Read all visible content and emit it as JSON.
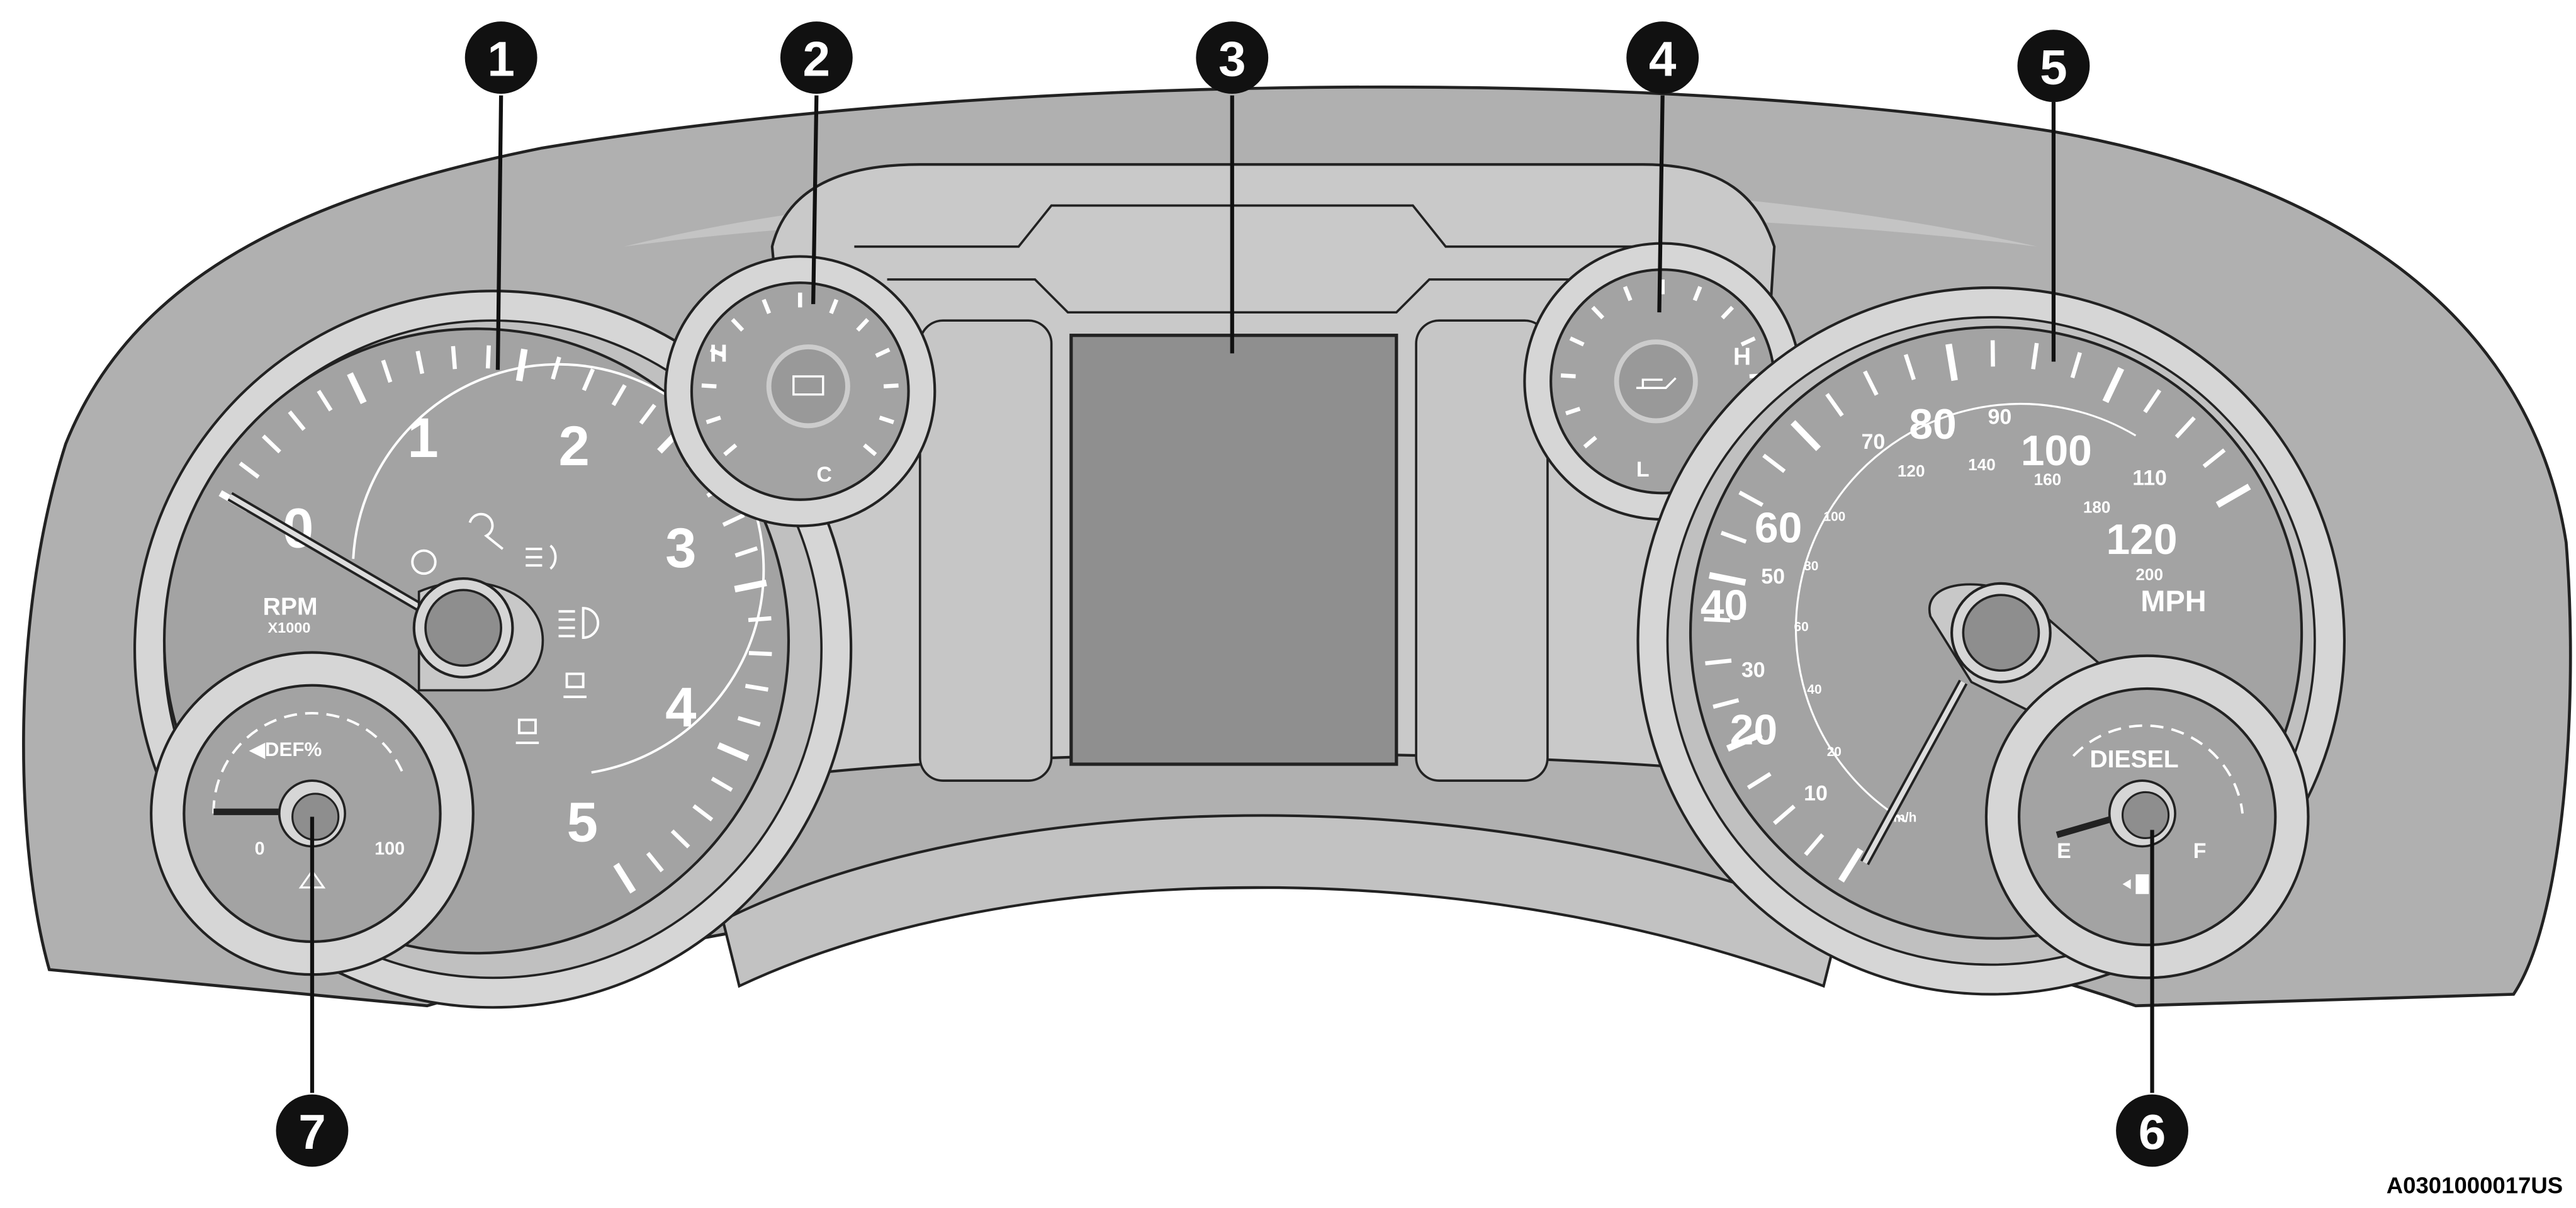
{
  "callouts": [
    "1",
    "2",
    "3",
    "4",
    "5",
    "6",
    "7"
  ],
  "figure_code": "A0301000017US",
  "tachometer": {
    "numbers": [
      "0",
      "1",
      "2",
      "3",
      "4",
      "5"
    ],
    "unit": "RPM",
    "multiplier": "X1000"
  },
  "coolant_gauge": {
    "high": "H",
    "low": "C"
  },
  "oil_gauge": {
    "low": "L",
    "high": "H"
  },
  "def_gauge": {
    "label": "◀DEF%",
    "min": "0",
    "max": "100"
  },
  "speedometer": {
    "mph_major": [
      "20",
      "40",
      "60",
      "80",
      "100",
      "120"
    ],
    "mph_minor": [
      "10",
      "30",
      "50",
      "70",
      "90",
      "110"
    ],
    "kmh": [
      "20",
      "40",
      "60",
      "80",
      "100",
      "120",
      "140",
      "160",
      "180",
      "200"
    ],
    "unit": "MPH",
    "kmh_unit": "km/h"
  },
  "fuel_gauge": {
    "label": "DIESEL",
    "empty": "E",
    "full": "F"
  }
}
